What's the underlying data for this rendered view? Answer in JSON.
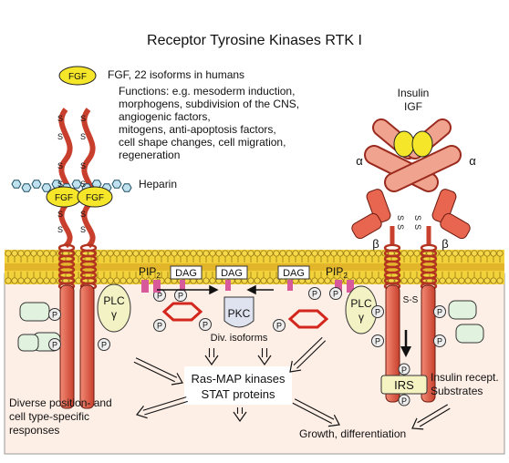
{
  "title": "Receptor Tyrosine Kinases RTK I",
  "fgf": {
    "badge": "FGF",
    "description": "FGF, 22 isoforms in humans",
    "functions": [
      "Functions: e.g. mesoderm induction,",
      "morphogens, subdivision of the CNS,",
      "angiogenic factors,",
      "mitogens, anti-apoptosis factors,",
      "cell shape changes, cell migration,",
      "regeneration"
    ],
    "ligand": "FGF",
    "heparin": "Heparin",
    "disulfide": "S"
  },
  "insulin": {
    "ligand_line1": "Insulin",
    "ligand_line2": "IGF",
    "alpha": "α",
    "beta": "β",
    "ss_bond": "S-S",
    "disulfide": "S"
  },
  "membrane": {
    "pip2_left": "PIP",
    "pip2_right": "PIP",
    "sub": "2",
    "dag1": "DAG",
    "dag2": "DAG",
    "dag3": "DAG"
  },
  "signaling": {
    "plc": "PLC",
    "gamma": "γ",
    "p": "P",
    "pkc": "PKC",
    "div_isoforms": "Div. isoforms",
    "ras_line1": "Ras-MAP kinases",
    "ras_line2": "STAT proteins",
    "irs": "IRS",
    "insulin_substrates_line1": "Insulin recept.",
    "insulin_substrates_line2": "Substrates",
    "diverse_line1": "Diverse position- and",
    "diverse_line2": "cell type-specific",
    "diverse_line3": "responses",
    "growth": "Growth, differentiation"
  },
  "colors": {
    "membrane": "#f2d23a",
    "cytoplasm": "#fdeee6",
    "receptor": "#e8654f",
    "receptor_dark": "#9b2a1e",
    "fgf_ligand": "#f5e62a",
    "plc": "#f2f2c4",
    "pkc": "#dfe3ef",
    "green_domain": "#e1f2df",
    "irs": "#f5f3c2",
    "heparin": "#bfe2ee"
  }
}
